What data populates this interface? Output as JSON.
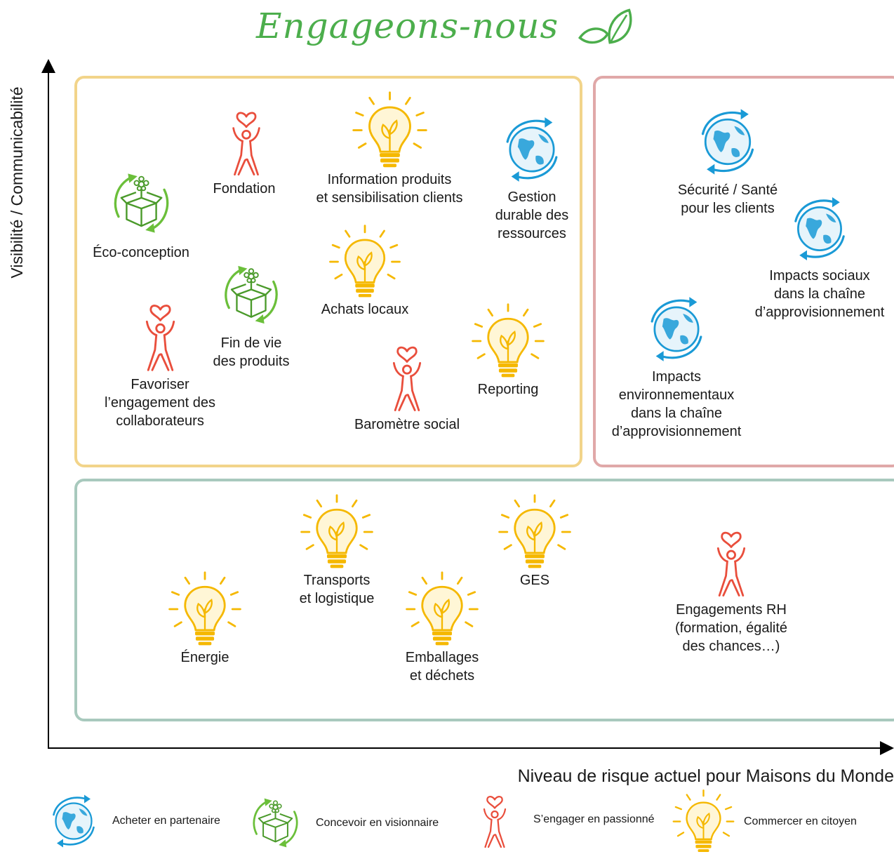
{
  "title": "Engageons-nous",
  "y_axis_label": "Visibilité / Communicabilité",
  "x_axis_label": "Niveau de risque actuel pour Maisons du Monde",
  "colors": {
    "title": "#4cae4c",
    "box_yellow": "#f2d48a",
    "box_red": "#e0a8a8",
    "box_green": "#a8c9bd",
    "icon_blue": "#1a9ad6",
    "icon_green": "#6bbf3a",
    "icon_red": "#e94e3c",
    "icon_yellow": "#f5b800"
  },
  "items": [
    {
      "id": "fondation",
      "icon": "person-heart-icon",
      "label": "Fondation"
    },
    {
      "id": "info-produits",
      "icon": "lightbulb-icon",
      "label": "Information produits\net sensibilisation clients"
    },
    {
      "id": "gestion-durable",
      "icon": "globe-icon",
      "label": "Gestion\ndurable des\nressources"
    },
    {
      "id": "eco-conception",
      "icon": "box-recycle-icon",
      "label": "Éco-conception"
    },
    {
      "id": "achats-locaux",
      "icon": "lightbulb-icon",
      "label": "Achats locaux"
    },
    {
      "id": "fin-de-vie",
      "icon": "box-recycle-icon",
      "label": "Fin de vie\ndes produits"
    },
    {
      "id": "favoriser",
      "icon": "person-heart-icon",
      "label": "Favoriser\nl’engagement des\ncollaborateurs"
    },
    {
      "id": "reporting",
      "icon": "lightbulb-icon",
      "label": "Reporting"
    },
    {
      "id": "barometre",
      "icon": "person-heart-icon",
      "label": "Baromètre social"
    },
    {
      "id": "securite",
      "icon": "globe-icon",
      "label": "Sécurité / Santé\npour les clients"
    },
    {
      "id": "impacts-sociaux",
      "icon": "globe-icon",
      "label": "Impacts sociaux\ndans la chaîne\nd’approvisionnement"
    },
    {
      "id": "impacts-env",
      "icon": "globe-icon",
      "label": "Impacts\nenvironnementaux\ndans la chaîne\nd’approvisionnement"
    },
    {
      "id": "transports",
      "icon": "lightbulb-icon",
      "label": "Transports\net logistique"
    },
    {
      "id": "ges",
      "icon": "lightbulb-icon",
      "label": "GES"
    },
    {
      "id": "energie",
      "icon": "lightbulb-icon",
      "label": "Énergie"
    },
    {
      "id": "emballages",
      "icon": "lightbulb-icon",
      "label": "Emballages\net déchets"
    },
    {
      "id": "engagements-rh",
      "icon": "person-heart-icon",
      "label": "Engagements RH\n(formation, égalité\ndes chances…)"
    }
  ],
  "legend": [
    {
      "icon": "globe-icon",
      "label": "Acheter en partenaire"
    },
    {
      "icon": "box-recycle-icon",
      "label": "Concevoir en visionnaire"
    },
    {
      "icon": "person-heart-icon",
      "label": "S’engager en passionné"
    },
    {
      "icon": "lightbulb-icon",
      "label": "Commercer en citoyen"
    }
  ]
}
